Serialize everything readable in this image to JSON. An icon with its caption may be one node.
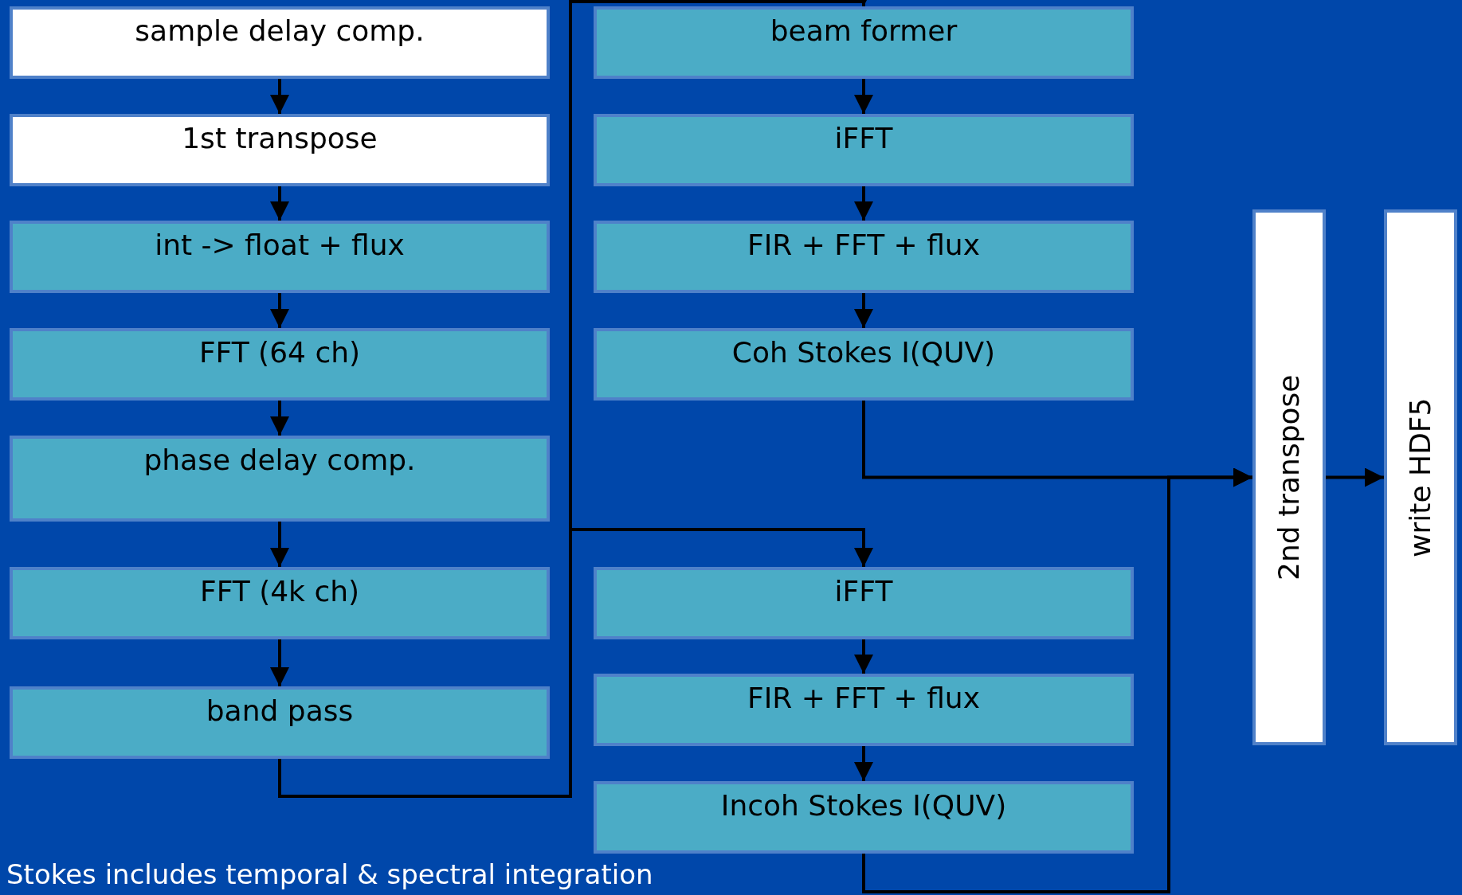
{
  "diagram": {
    "nodes": [
      {
        "text": [
          "sample delay comp."
        ]
      },
      {
        "text": [
          "1st transpose"
        ]
      },
      {
        "text": [
          "int -> float + flux"
        ]
      },
      {
        "text": [
          "FFT (64 ch)"
        ]
      },
      {
        "text": [
          "phase delay comp."
        ]
      },
      {
        "text": [
          "FFT (4k ch)"
        ]
      },
      {
        "text": [
          "band pass"
        ]
      },
      {
        "text": [
          "beam former"
        ]
      },
      {
        "text": [
          "iFFT"
        ]
      },
      {
        "text": [
          "FIR + FFT + flux"
        ]
      },
      {
        "text": [
          "Coh Stokes I(QUV)"
        ]
      },
      {
        "text": [
          "iFFT"
        ]
      },
      {
        "text": [
          "FIR + FFT + flux"
        ]
      },
      {
        "text": [
          "Incoh Stokes I(QUV)"
        ]
      },
      {
        "text": [
          "2nd transpose"
        ]
      },
      {
        "text": [
          "write HDF5"
        ]
      }
    ],
    "edges": [
      {
        "from": 0,
        "to": 1,
        "arrow": "to"
      },
      {
        "from": 1,
        "to": 2,
        "arrow": "to"
      },
      {
        "from": 2,
        "to": 3,
        "arrow": "to"
      },
      {
        "from": 3,
        "to": 4,
        "arrow": "to"
      },
      {
        "from": 4,
        "to": 5,
        "arrow": "to"
      },
      {
        "from": 5,
        "to": 6,
        "arrow": "to"
      },
      {
        "from": 6,
        "to": 7,
        "arrow": "to"
      },
      {
        "from": 6,
        "to": 11,
        "arrow": "to"
      },
      {
        "from": 7,
        "to": 8,
        "arrow": "to"
      },
      {
        "from": 8,
        "to": 9,
        "arrow": "to"
      },
      {
        "from": 9,
        "to": 10,
        "arrow": "to"
      },
      {
        "from": 11,
        "to": 12,
        "arrow": "to"
      },
      {
        "from": 12,
        "to": 13,
        "arrow": "to"
      },
      {
        "from": 10,
        "to": 14,
        "arrow": "to"
      },
      {
        "from": 13,
        "to": 14,
        "arrow": "to"
      },
      {
        "from": 14,
        "to": 15,
        "arrow": "to"
      }
    ],
    "labels": [
      "Stokes includes temporal & spectral integration"
    ]
  }
}
